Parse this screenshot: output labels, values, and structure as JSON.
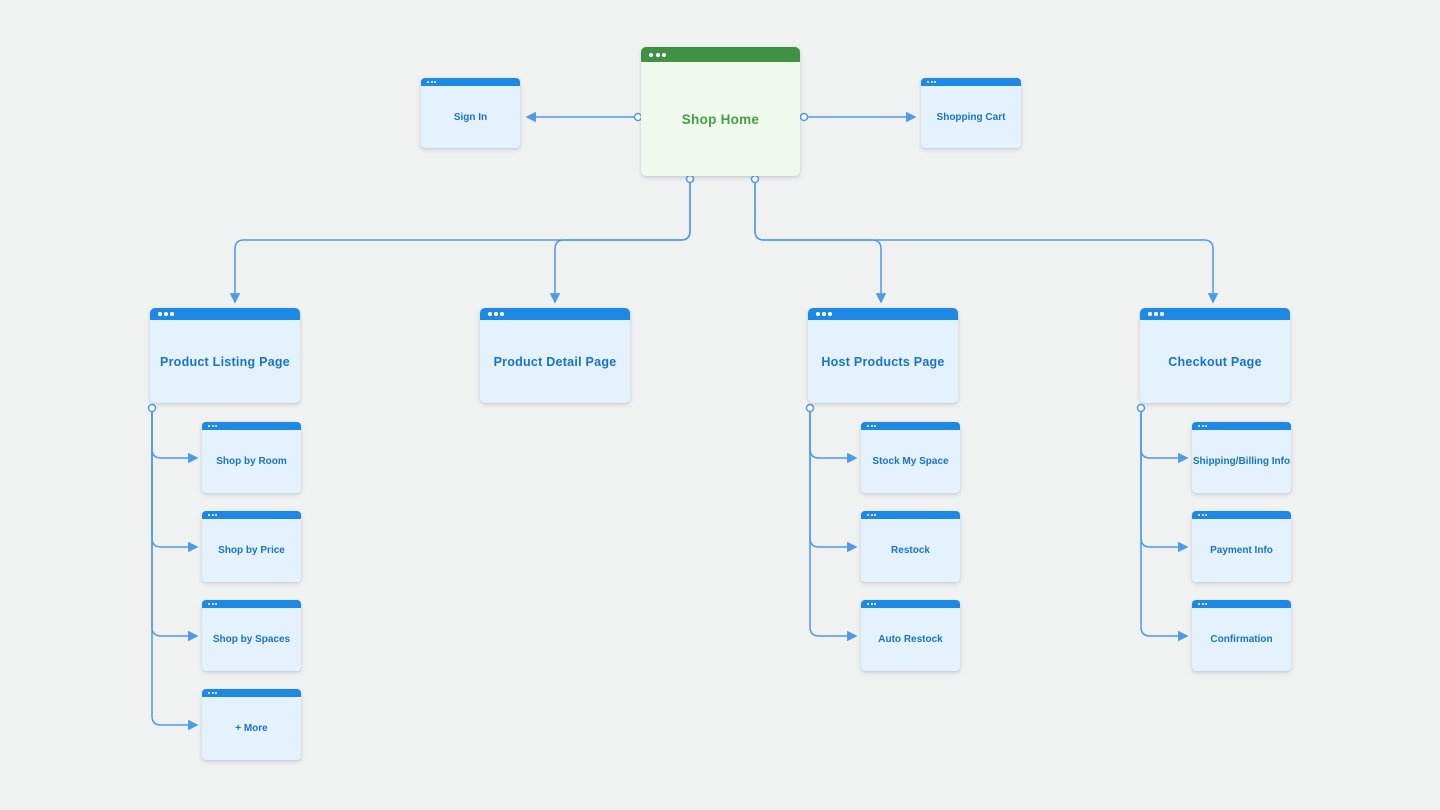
{
  "colors": {
    "background": "#f0f1f1",
    "blue_bar": "#1e88e5",
    "blue_body": "#e3f2fd",
    "blue_text": "#1a73c8",
    "green_bar": "#3f9143",
    "green_body": "#eff9ec",
    "green_text": "#43a047",
    "connector": "#4d9be8"
  },
  "diagram": {
    "home": {
      "label": "Shop Home"
    },
    "auxiliary": [
      {
        "id": "sign-in",
        "label": "Sign In"
      },
      {
        "id": "shopping-cart",
        "label": "Shopping Cart"
      }
    ],
    "pages": [
      {
        "id": "product-listing-page",
        "label": "Product Listing Page",
        "children": [
          {
            "label": "Shop by Room"
          },
          {
            "label": "Shop by Price"
          },
          {
            "label": "Shop by Spaces"
          },
          {
            "label": "+ More"
          }
        ]
      },
      {
        "id": "product-detail-page",
        "label": "Product Detail Page",
        "children": []
      },
      {
        "id": "host-products-page",
        "label": "Host Products Page",
        "children": [
          {
            "label": "Stock My Space"
          },
          {
            "label": "Restock"
          },
          {
            "label": "Auto Restock"
          }
        ]
      },
      {
        "id": "checkout-page",
        "label": "Checkout Page",
        "children": [
          {
            "label": "Shipping/Billing Info"
          },
          {
            "label": "Payment Info"
          },
          {
            "label": "Confirmation"
          }
        ]
      }
    ]
  }
}
